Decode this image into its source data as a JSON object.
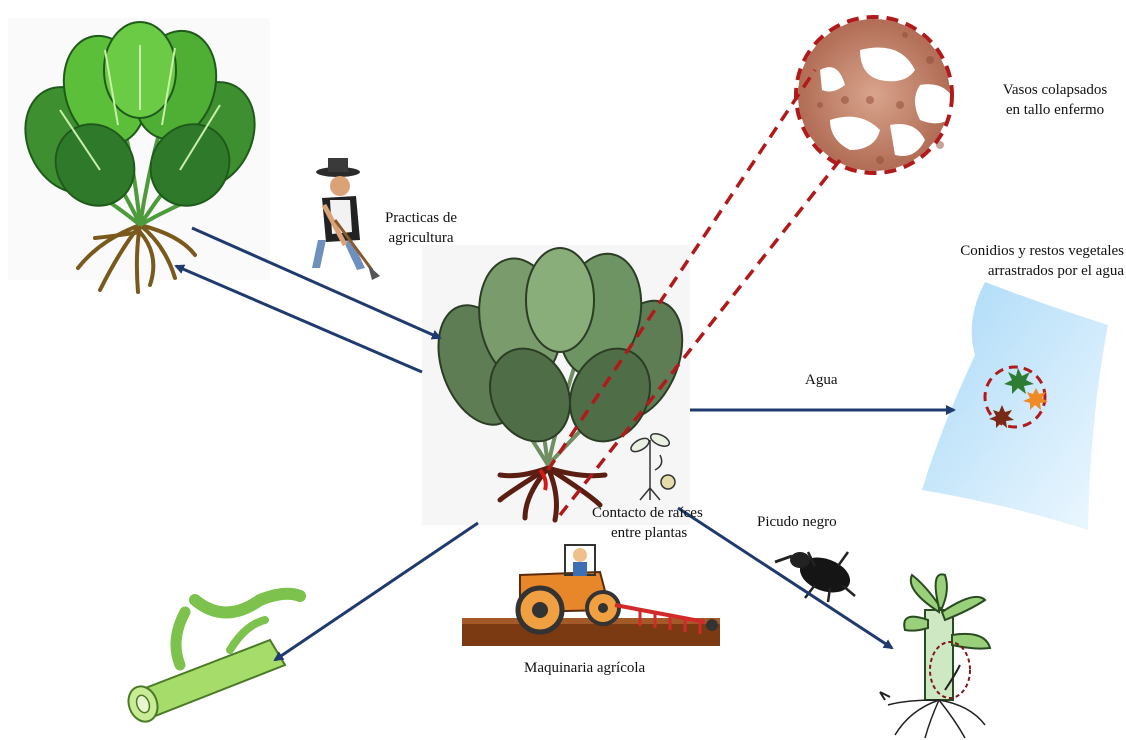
{
  "labels": {
    "practicas_line1": "Practicas de",
    "practicas_line2": "agricultura",
    "vasos_line1": "Vasos colapsados",
    "vasos_line2": "en tallo enfermo",
    "conidios_line1": "Conidios y restos vegetales",
    "conidios_line2": "arrastrados por el agua",
    "agua": "Agua",
    "contacto_line1": "Contacto de raíces",
    "contacto_line2": "entre plantas",
    "picudo": "Picudo negro",
    "maquinaria": "Maquinaria agrícola"
  },
  "colors": {
    "arrow": "#1f3a6e",
    "dashed_circle": "#b11a1a",
    "leaf_dark": "#2f7a2a",
    "leaf_light": "#5cbf3a",
    "leaf_grey": "#6f8f63",
    "root": "#7a5a1c",
    "root_dark": "#5a1e12",
    "water": "#bfe4fb",
    "tissue": "#b9755f",
    "tube": "#a6dc6a"
  },
  "icons": {
    "top_left": "spinach-plant-healthy",
    "center": "spinach-plant-infected",
    "farmer": "farmer-hoe-icon",
    "microscope": "collapsed-vessels-icon",
    "water": "water-sheet-icon",
    "tractor": "tractor-plow-icon",
    "beetle": "black-weevil-icon",
    "banana": "banana-plant-icon",
    "stem": "infected-stem-tube-icon"
  }
}
